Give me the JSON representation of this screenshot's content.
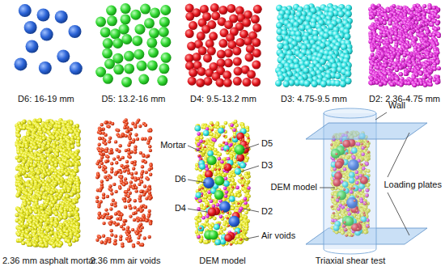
{
  "diagram": {
    "labels": [
      "D6: 16-19 mm",
      "D5: 13.2-16 mm",
      "D4: 9.5-13.2 mm",
      "D3: 4.75-9.5 mm",
      "D2: 2.36-4.75 mm",
      "Wall",
      "Mortar",
      "D5",
      "D3",
      "D6",
      "Loading plates",
      "DEM model",
      "D2",
      "D4",
      "Air voids",
      "2.36 mm asphalt mortar",
      "2.36 mm air voids",
      "DEM model",
      "Triaxial shear test"
    ]
  }
}
